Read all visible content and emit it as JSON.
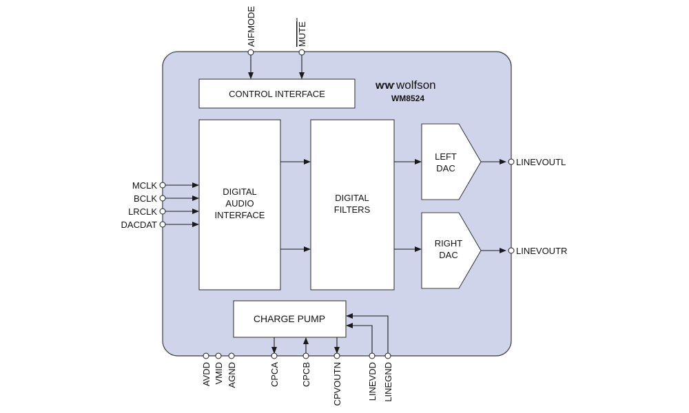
{
  "diagram": {
    "brand": {
      "logo_mark": "ⱳⱳ",
      "name": "wolfson",
      "part_number": "WM8524"
    },
    "blocks": {
      "control_interface": "CONTROL INTERFACE",
      "digital_audio_interface": [
        "DIGITAL",
        "AUDIO",
        "INTERFACE"
      ],
      "digital_filters": [
        "DIGITAL",
        "FILTERS"
      ],
      "left_dac": [
        "LEFT",
        "DAC"
      ],
      "right_dac": [
        "RIGHT",
        "DAC"
      ],
      "charge_pump": "CHARGE PUMP"
    },
    "pins": {
      "top": [
        "AIFMODE",
        "MUTE"
      ],
      "left": [
        "MCLK",
        "BCLK",
        "LRCLK",
        "DACDAT"
      ],
      "right": [
        "LINEVOUTL",
        "LINEVOUTR"
      ],
      "bottom": [
        "AVDD",
        "VMID",
        "AGND",
        "CPCA",
        "CPCB",
        "CPVOUTN",
        "LINEVDD",
        "LINEGND"
      ]
    },
    "overlined_pins": [
      "MUTE"
    ]
  }
}
